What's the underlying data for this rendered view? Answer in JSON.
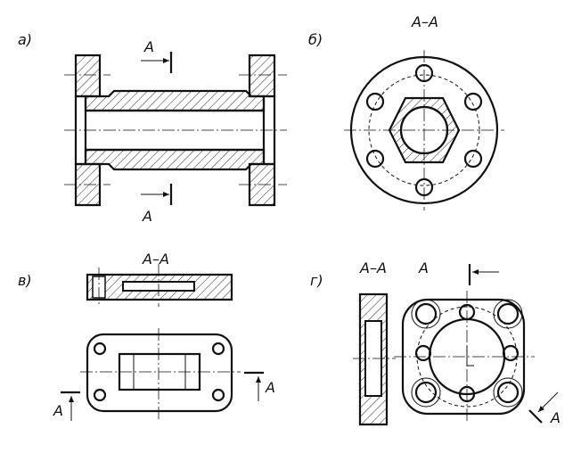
{
  "views": {
    "a": {
      "label": "а)",
      "section_label_top": "A",
      "section_label_bottom": "A"
    },
    "b": {
      "label": "б)",
      "section_title": "A–A"
    },
    "v": {
      "label": "в)",
      "section_title": "A–A",
      "section_label_left": "A",
      "section_label_right": "A"
    },
    "g": {
      "label": "г)",
      "section_title": "A–A",
      "view_label": "A",
      "section_label_arrow": "A"
    }
  }
}
